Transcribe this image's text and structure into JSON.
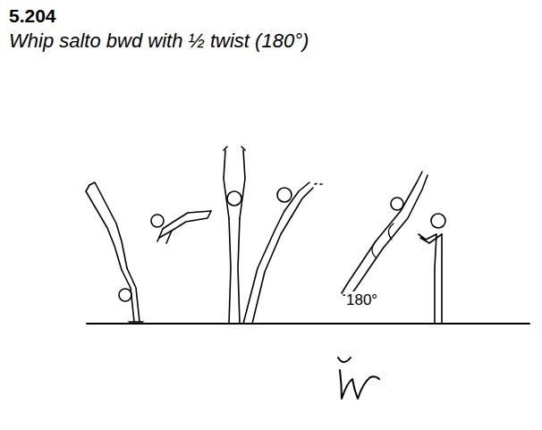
{
  "diagram": {
    "title": "5.204",
    "labels": [
      "Whip salto bwd with ½ twist (180°)",
      "180°"
    ]
  }
}
